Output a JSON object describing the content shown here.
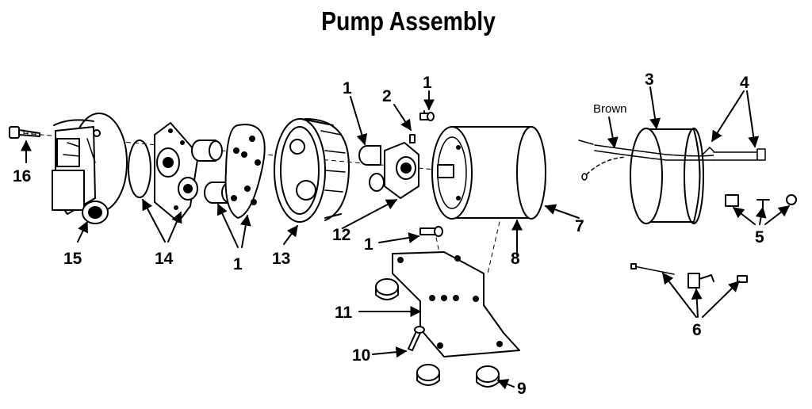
{
  "title": "Pump Assembly",
  "wire_label": "Brown",
  "callouts": {
    "c1a": "1",
    "c1b": "1",
    "c1c": "1",
    "c1d": "1",
    "c2": "2",
    "c3": "3",
    "c4": "4",
    "c5": "5",
    "c6": "6",
    "c7": "7",
    "c8": "8",
    "c9": "9",
    "c10": "10",
    "c11": "11",
    "c12": "12",
    "c13": "13",
    "c14": "14",
    "c15": "15",
    "c16": "16"
  }
}
